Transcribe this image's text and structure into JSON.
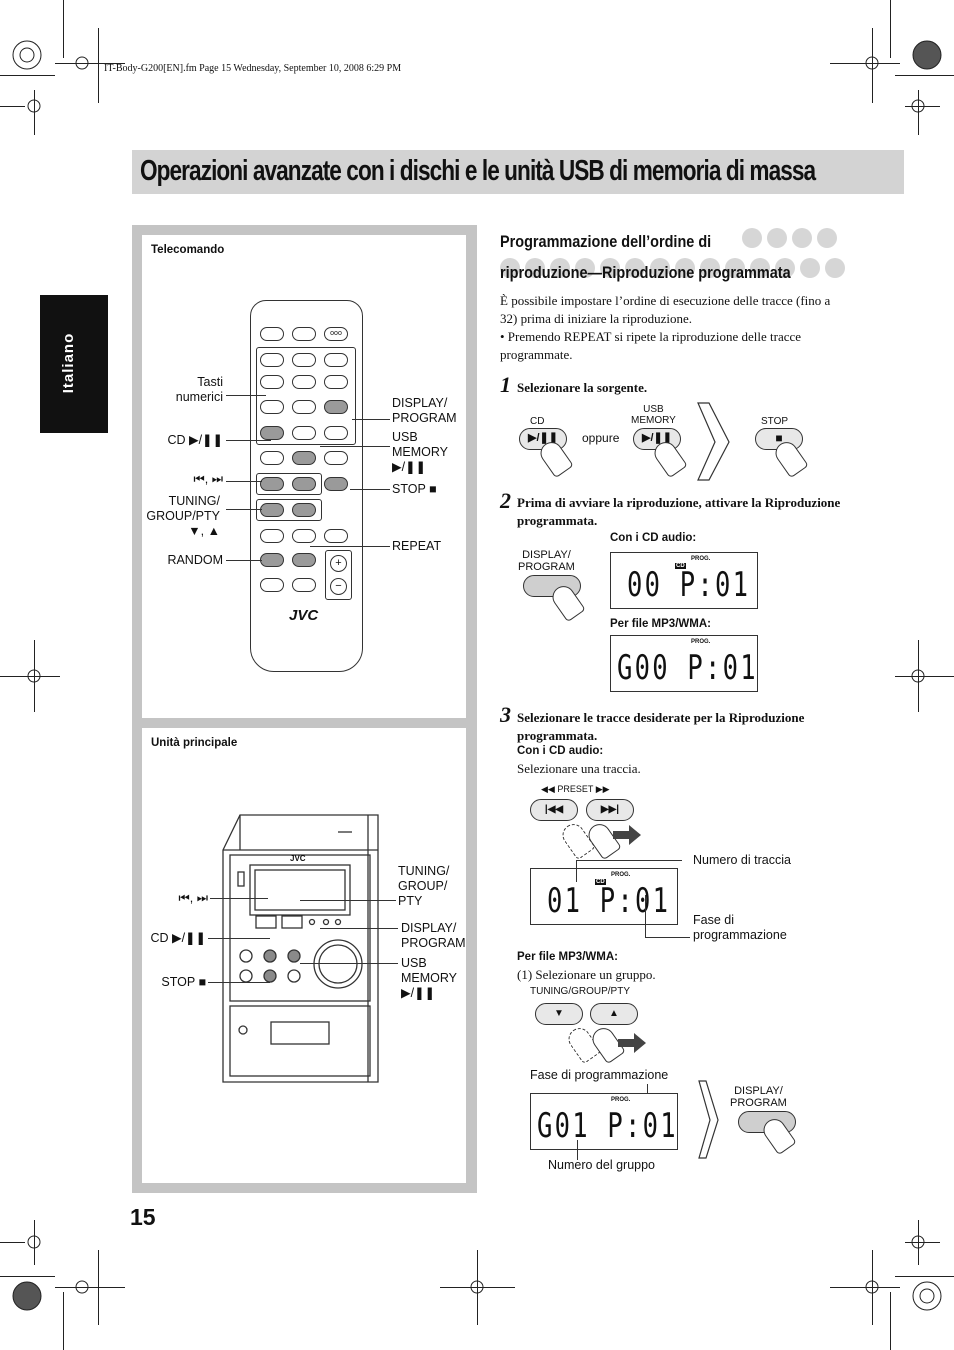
{
  "file_info": "IT-Body-G200[EN].fm  Page 15  Wednesday, September 10, 2008  6:29 PM",
  "page_title": "Operazioni avanzate con i dischi e le unità USB di memoria di massa",
  "language_tab": "Italiano",
  "page_number": "15",
  "left_panel": {
    "remote": {
      "title": "Telecomando",
      "brand": "JVC",
      "labels": {
        "numeric": "Tasti\nnumerici",
        "cd": "CD ▶/❚❚",
        "skip": "⏮, ⏭",
        "tuning": "TUNING/\nGROUP/PTY\n▼, ▲",
        "random": "RANDOM",
        "display": "DISPLAY/\nPROGRAM",
        "usb": "USB\nMEMORY\n▶/❚❚",
        "stop": "STOP ■",
        "repeat": "REPEAT"
      }
    },
    "main_unit": {
      "title": "Unità principale",
      "brand": "JVC",
      "labels": {
        "skip": "⏮, ⏭",
        "cd": "CD ▶/❚❚",
        "stop": "STOP ■",
        "tuning": "TUNING/\nGROUP/\nPTY",
        "display": "DISPLAY/\nPROGRAM",
        "usb": "USB\nMEMORY\n▶/❚❚"
      }
    }
  },
  "section": {
    "heading_line1": "Programmazione dell’ordine di",
    "heading_line2": "riproduzione—Riproduzione programmata",
    "intro": "È possibile impostare l’ordine di esecuzione delle tracce (fino a 32) prima di iniziare la riproduzione.",
    "bullet": "• Premendo REPEAT si ripete la riproduzione delle tracce programmate.",
    "steps": [
      {
        "num": "1",
        "text": "Selezionare la sorgente.",
        "cd_label": "CD",
        "or": "oppure",
        "usb_label": "USB\nMEMORY",
        "stop_label": "STOP"
      },
      {
        "num": "2",
        "text": "Prima di avviare la riproduzione, attivare la Riproduzione programmata.",
        "button_label": "DISPLAY/\nPROGRAM",
        "cd_caption": "Con i CD audio:",
        "cd_display": "00 P:01",
        "mp3_caption": "Per file MP3/WMA:",
        "mp3_display": "G00 P:01",
        "prog": "PROG.",
        "cd_tag": "CD"
      },
      {
        "num": "3",
        "text": "Selezionare le tracce desiderate per la Riproduzione programmata.",
        "cd_caption": "Con i CD audio:",
        "cd_instruction": "Selezionare una traccia.",
        "preset_label": "◀◀  PRESET  ▶▶",
        "cd_display": "01 P:01",
        "track_number_label": "Numero di traccia",
        "program_step_label": "Fase di\nprogrammazione",
        "mp3_caption": "Per file MP3/WMA:",
        "mp3_instruction": "(1)  Selezionare un gruppo.",
        "tuning_label": "TUNING/GROUP/PTY",
        "program_step_label2": "Fase di programmazione",
        "mp3_display": "G01 P:01",
        "group_number_label": "Numero del gruppo",
        "display_button_label": "DISPLAY/\nPROGRAM"
      }
    ]
  }
}
